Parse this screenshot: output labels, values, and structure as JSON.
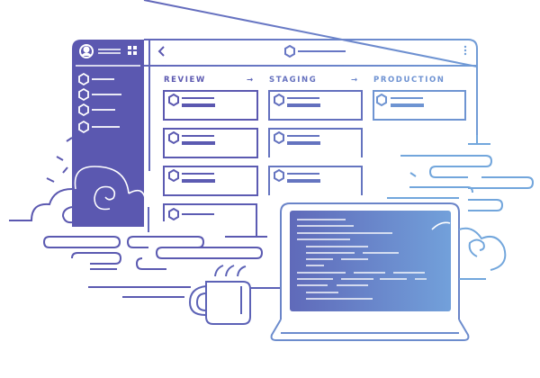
{
  "illustration": {
    "subject": "deployment pipeline board with laptop and coffee mug",
    "colors": {
      "purple": "#5b58b0",
      "mid": "#6a7bc6",
      "blue": "#6f9fd8",
      "white": "#ffffff"
    }
  },
  "window": {
    "back_icon": "chevron-left-icon",
    "title_icon": "hexagon-icon",
    "menu_icon": "kebab-menu-icon",
    "columns": [
      {
        "label": "REVIEW",
        "cards": 4
      },
      {
        "label": "STAGING",
        "cards": 3
      },
      {
        "label": "PRODUCTION",
        "cards": 1
      }
    ],
    "arrow_glyph": "→"
  },
  "sidebar": {
    "avatar_icon": "user-avatar-icon",
    "grid_icon": "grid-icon",
    "items": 4
  }
}
